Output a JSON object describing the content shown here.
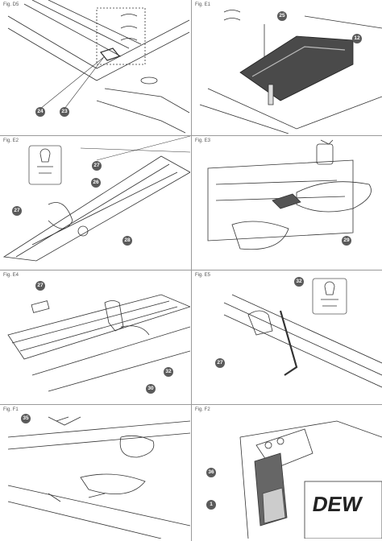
{
  "figures": [
    {
      "label": "Fig. D5",
      "callouts": [
        "24",
        "23"
      ]
    },
    {
      "label": "Fig. E1",
      "callouts": [
        "25",
        "12"
      ]
    },
    {
      "label": "Fig. E2",
      "callouts": [
        "27",
        "26",
        "27",
        "28"
      ]
    },
    {
      "label": "Fig. E3",
      "callouts": [
        "29"
      ]
    },
    {
      "label": "Fig. E4",
      "callouts": [
        "27",
        "32",
        "30"
      ]
    },
    {
      "label": "Fig. E5",
      "callouts": [
        "32",
        "27"
      ]
    },
    {
      "label": "Fig. F1",
      "callouts": [
        "35"
      ]
    },
    {
      "label": "Fig. F2",
      "callouts": [
        "36",
        "1"
      ]
    }
  ],
  "brand_fragment": "DEW",
  "colors": {
    "line": "#9a9a9a",
    "callout": "#5a5a5a",
    "stroke": "#333333"
  }
}
